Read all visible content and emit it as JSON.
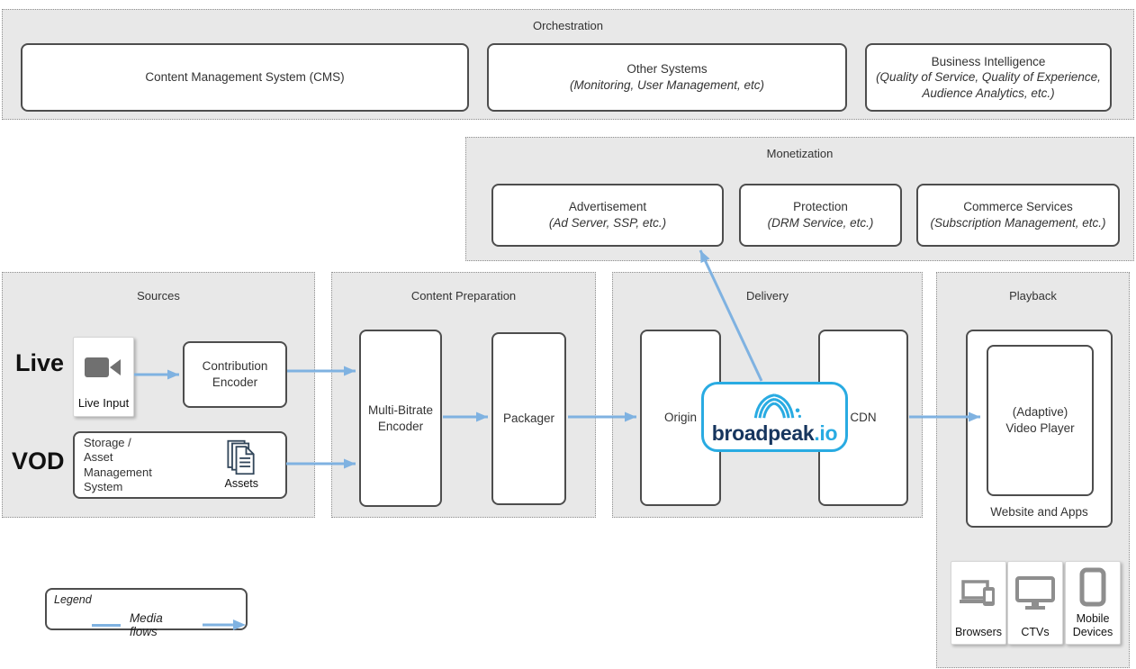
{
  "colors": {
    "section_background": "#e8e8e8",
    "box_border": "#4d4d4d",
    "media_flow_arrow": "#7fb2e1",
    "brand_cyan": "#29abe2",
    "brand_navy": "#16355e",
    "icon_gray": "#8e8e8e"
  },
  "icons": {
    "live-input": "video-camera",
    "assets": "stacked-documents",
    "brand": "broadpeak-wave-peak",
    "browsers": "laptop-and-phone",
    "ctvs": "tv-monitor",
    "mobile": "smartphone",
    "media-flow": "right-arrow"
  },
  "orchestration": {
    "title": "Orchestration",
    "cms": {
      "title": "Content Management System (CMS)"
    },
    "other_systems": {
      "title": "Other Systems",
      "subtitle": "(Monitoring, User Management, etc)"
    },
    "business_intelligence": {
      "title": "Business Intelligence",
      "subtitle": "(Quality of Service, Quality of Experience,\nAudience Analytics, etc.)"
    }
  },
  "monetization": {
    "title": "Monetization",
    "advertisement": {
      "title": "Advertisement",
      "subtitle": "(Ad Server, SSP, etc.)"
    },
    "protection": {
      "title": "Protection",
      "subtitle": "(DRM Service, etc.)"
    },
    "commerce": {
      "title": "Commerce Services",
      "subtitle": "(Subscription Management, etc.)"
    }
  },
  "sources": {
    "title": "Sources",
    "live_label": "Live",
    "vod_label": "VOD",
    "live_input_label": "Live Input",
    "contribution_encoder": "Contribution\nEncoder",
    "storage_label": "Storage /\nAsset\nManagement\nSystem",
    "assets_label": "Assets"
  },
  "content_preparation": {
    "title": "Content Preparation",
    "multi_bitrate_encoder": "Multi-Bitrate\nEncoder",
    "packager": "Packager"
  },
  "delivery": {
    "title": "Delivery",
    "origin": "Origin",
    "cdn": "CDN",
    "brand": {
      "name": "broadpeak",
      "tld": ".io"
    }
  },
  "playback": {
    "title": "Playback",
    "video_player": "(Adaptive)\nVideo Player",
    "website_and_apps": "Website and Apps",
    "devices": [
      {
        "label": "Browsers"
      },
      {
        "label": "CTVs"
      },
      {
        "label": "Mobile\nDevices"
      }
    ]
  },
  "legend": {
    "title": "Legend",
    "media_flows_label": "Media flows"
  }
}
